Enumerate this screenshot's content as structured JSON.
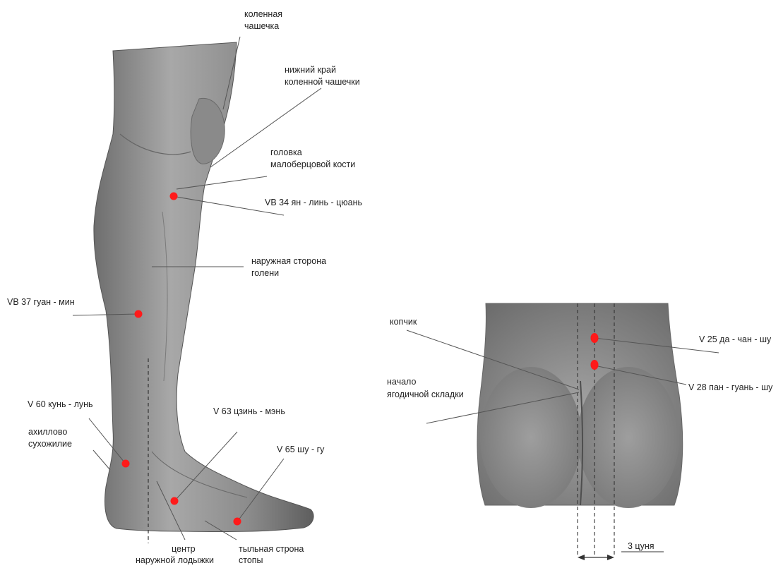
{
  "colors": {
    "point": "#ff1a1a",
    "skin_light": "#9a9a9a",
    "skin_dark": "#5a5a5a",
    "leader_line": "#555555",
    "text": "#222222"
  },
  "leg_labels": {
    "knee_cap": [
      "коленная",
      "чашечка"
    ],
    "knee_lower_edge": [
      "нижний край",
      "коленной чашечки"
    ],
    "fibula_head": [
      "головка",
      "малоберцовой кости"
    ],
    "vb34": "VB 34 ян - линь - цюань",
    "shin_outer": [
      "наружная сторона",
      "голени"
    ],
    "vb37": "VB 37 гуан - мин",
    "v60": "V 60 кунь - лунь",
    "achilles": [
      "ахиллово",
      "сухожилие"
    ],
    "v63": "V 63 цзинь - мэнь",
    "v65": "V 65 шу - гу",
    "ankle_center": [
      "центр",
      "наружной лодыжки"
    ],
    "foot_back": [
      "тыльная строна",
      "стопы"
    ]
  },
  "back_labels": {
    "coccyx": "копчик",
    "gluteal_fold": [
      "начало",
      "ягодичной складки"
    ],
    "v25": "V 25 да - чан - шу",
    "v28": "V 28 пан - гуань - шу",
    "cun": "3 цуня"
  }
}
